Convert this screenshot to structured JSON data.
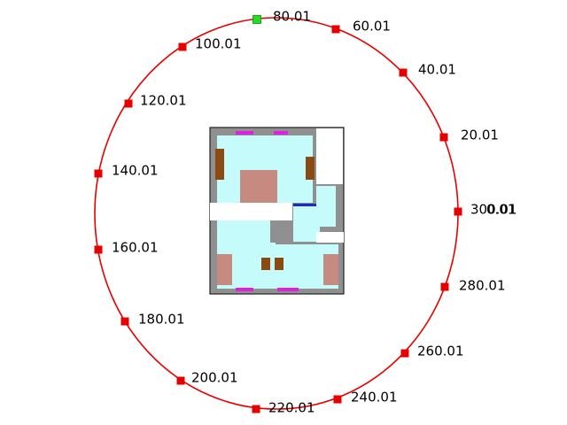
{
  "colors": {
    "ring": "#e60000",
    "marker": "#e60000",
    "marker_active": "#22dd22",
    "floor": "#c6fbfb",
    "wall": "#909090",
    "wall_outline": "#222222",
    "corridor": "#ffffff",
    "furniture_brown": "#8a4a12",
    "bed": "#c78a80",
    "window": "#e020e0",
    "door": "#1a2ad0"
  },
  "ring_markers": [
    {
      "angle_label": "80.01",
      "active": true
    },
    {
      "angle_label": "60.01",
      "active": false
    },
    {
      "angle_label": "40.01",
      "active": false
    },
    {
      "angle_label": "20.01",
      "active": false
    },
    {
      "angle_label": "300.01",
      "active": false
    },
    {
      "angle_label": "0.01",
      "active": false
    },
    {
      "angle_label": "280.01",
      "active": false
    },
    {
      "angle_label": "260.01",
      "active": false
    },
    {
      "angle_label": "240.01",
      "active": false
    },
    {
      "angle_label": "220.01",
      "active": false
    },
    {
      "angle_label": "200.01",
      "active": false
    },
    {
      "angle_label": "180.01",
      "active": false
    },
    {
      "angle_label": "160.01",
      "active": false
    },
    {
      "angle_label": "140.01",
      "active": false
    },
    {
      "angle_label": "120.01",
      "active": false
    },
    {
      "angle_label": "100.01",
      "active": false
    }
  ],
  "floorplan": {
    "rooms": [
      "living-room",
      "upper-right-room",
      "lower-left-bedroom",
      "lower-right-bedroom",
      "hallway"
    ],
    "furniture": [
      "cabinet",
      "cabinet",
      "table",
      "bed",
      "bed",
      "chair",
      "chair"
    ],
    "windows": 4,
    "doors": 1
  }
}
